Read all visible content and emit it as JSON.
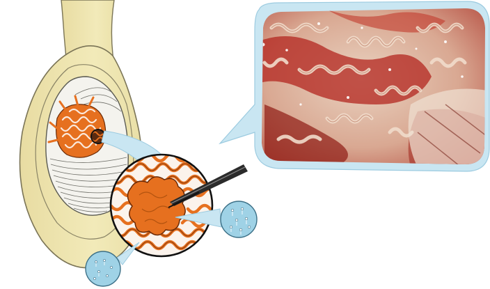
{
  "colors": {
    "background": "#ffffff",
    "scrotal_skin": "#efe6b4",
    "skin_outline": "#7a7456",
    "testis_body": "#f4f3ee",
    "tubules": "#e6701f",
    "tubule_outline": "#6b2a06",
    "bubble": "#c9e6f2",
    "bubble_outline": "#9ccbe0",
    "sperm_dots": "#ffffff",
    "micro_tissue": "#e2c7b1",
    "micro_red": "#b3261f",
    "micro_dark_red": "#8f1b14",
    "probe": "#2b2b2b"
  },
  "icons": [
    "testis-cross-section",
    "magnified-tubule-circle",
    "sperm-sample-circle",
    "microscope-speech-bubble",
    "dissection-forceps"
  ]
}
